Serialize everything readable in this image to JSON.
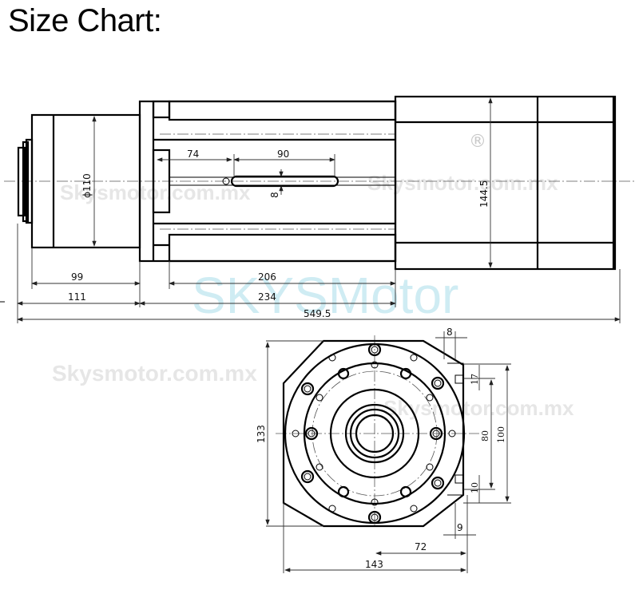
{
  "title": "Size Chart:",
  "watermarks": {
    "brand": "SKYSMotor",
    "site": "Skysmotor.com.mx",
    "registered": "®"
  },
  "side_view": {
    "diameter_label": "ϕ110",
    "height_label": "144.5",
    "slot_offset": "74",
    "slot_length": "90",
    "slot_width": "8",
    "length_99": "99",
    "length_111": "111",
    "length_206": "206",
    "length_234": "234",
    "overall_length": "549.5"
  },
  "end_view": {
    "height": "133",
    "width": "143",
    "center_to_edge": "72",
    "slot_top_width": "8",
    "slot_17": "17",
    "slot_80": "80",
    "slot_100": "100",
    "slot_10": "10",
    "slot_9": "9"
  },
  "colors": {
    "line": "#000000",
    "watermark_brand": "#bfe6f0",
    "watermark_site": "#e6e6e6"
  }
}
